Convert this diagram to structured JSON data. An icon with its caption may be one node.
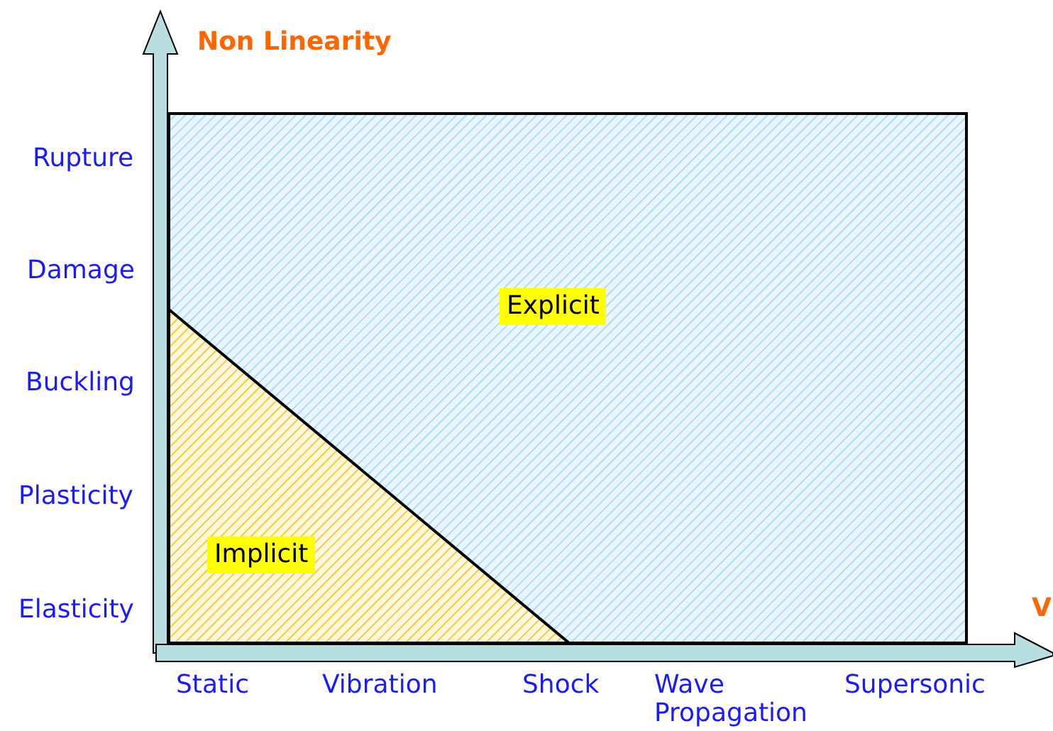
{
  "diagram": {
    "nodes": [
      {
        "text": [
          "Explicit"
        ]
      },
      {
        "text": [
          "Implicit"
        ],
        "in": 0
      }
    ],
    "labels": [
      "Non Linearity",
      "Rupture",
      "Damage",
      "Buckling",
      "Plasticity",
      "Elasticity",
      "V",
      "Static",
      "Vibration",
      "Shock",
      "Wave Propagation",
      "Supersonic"
    ]
  }
}
